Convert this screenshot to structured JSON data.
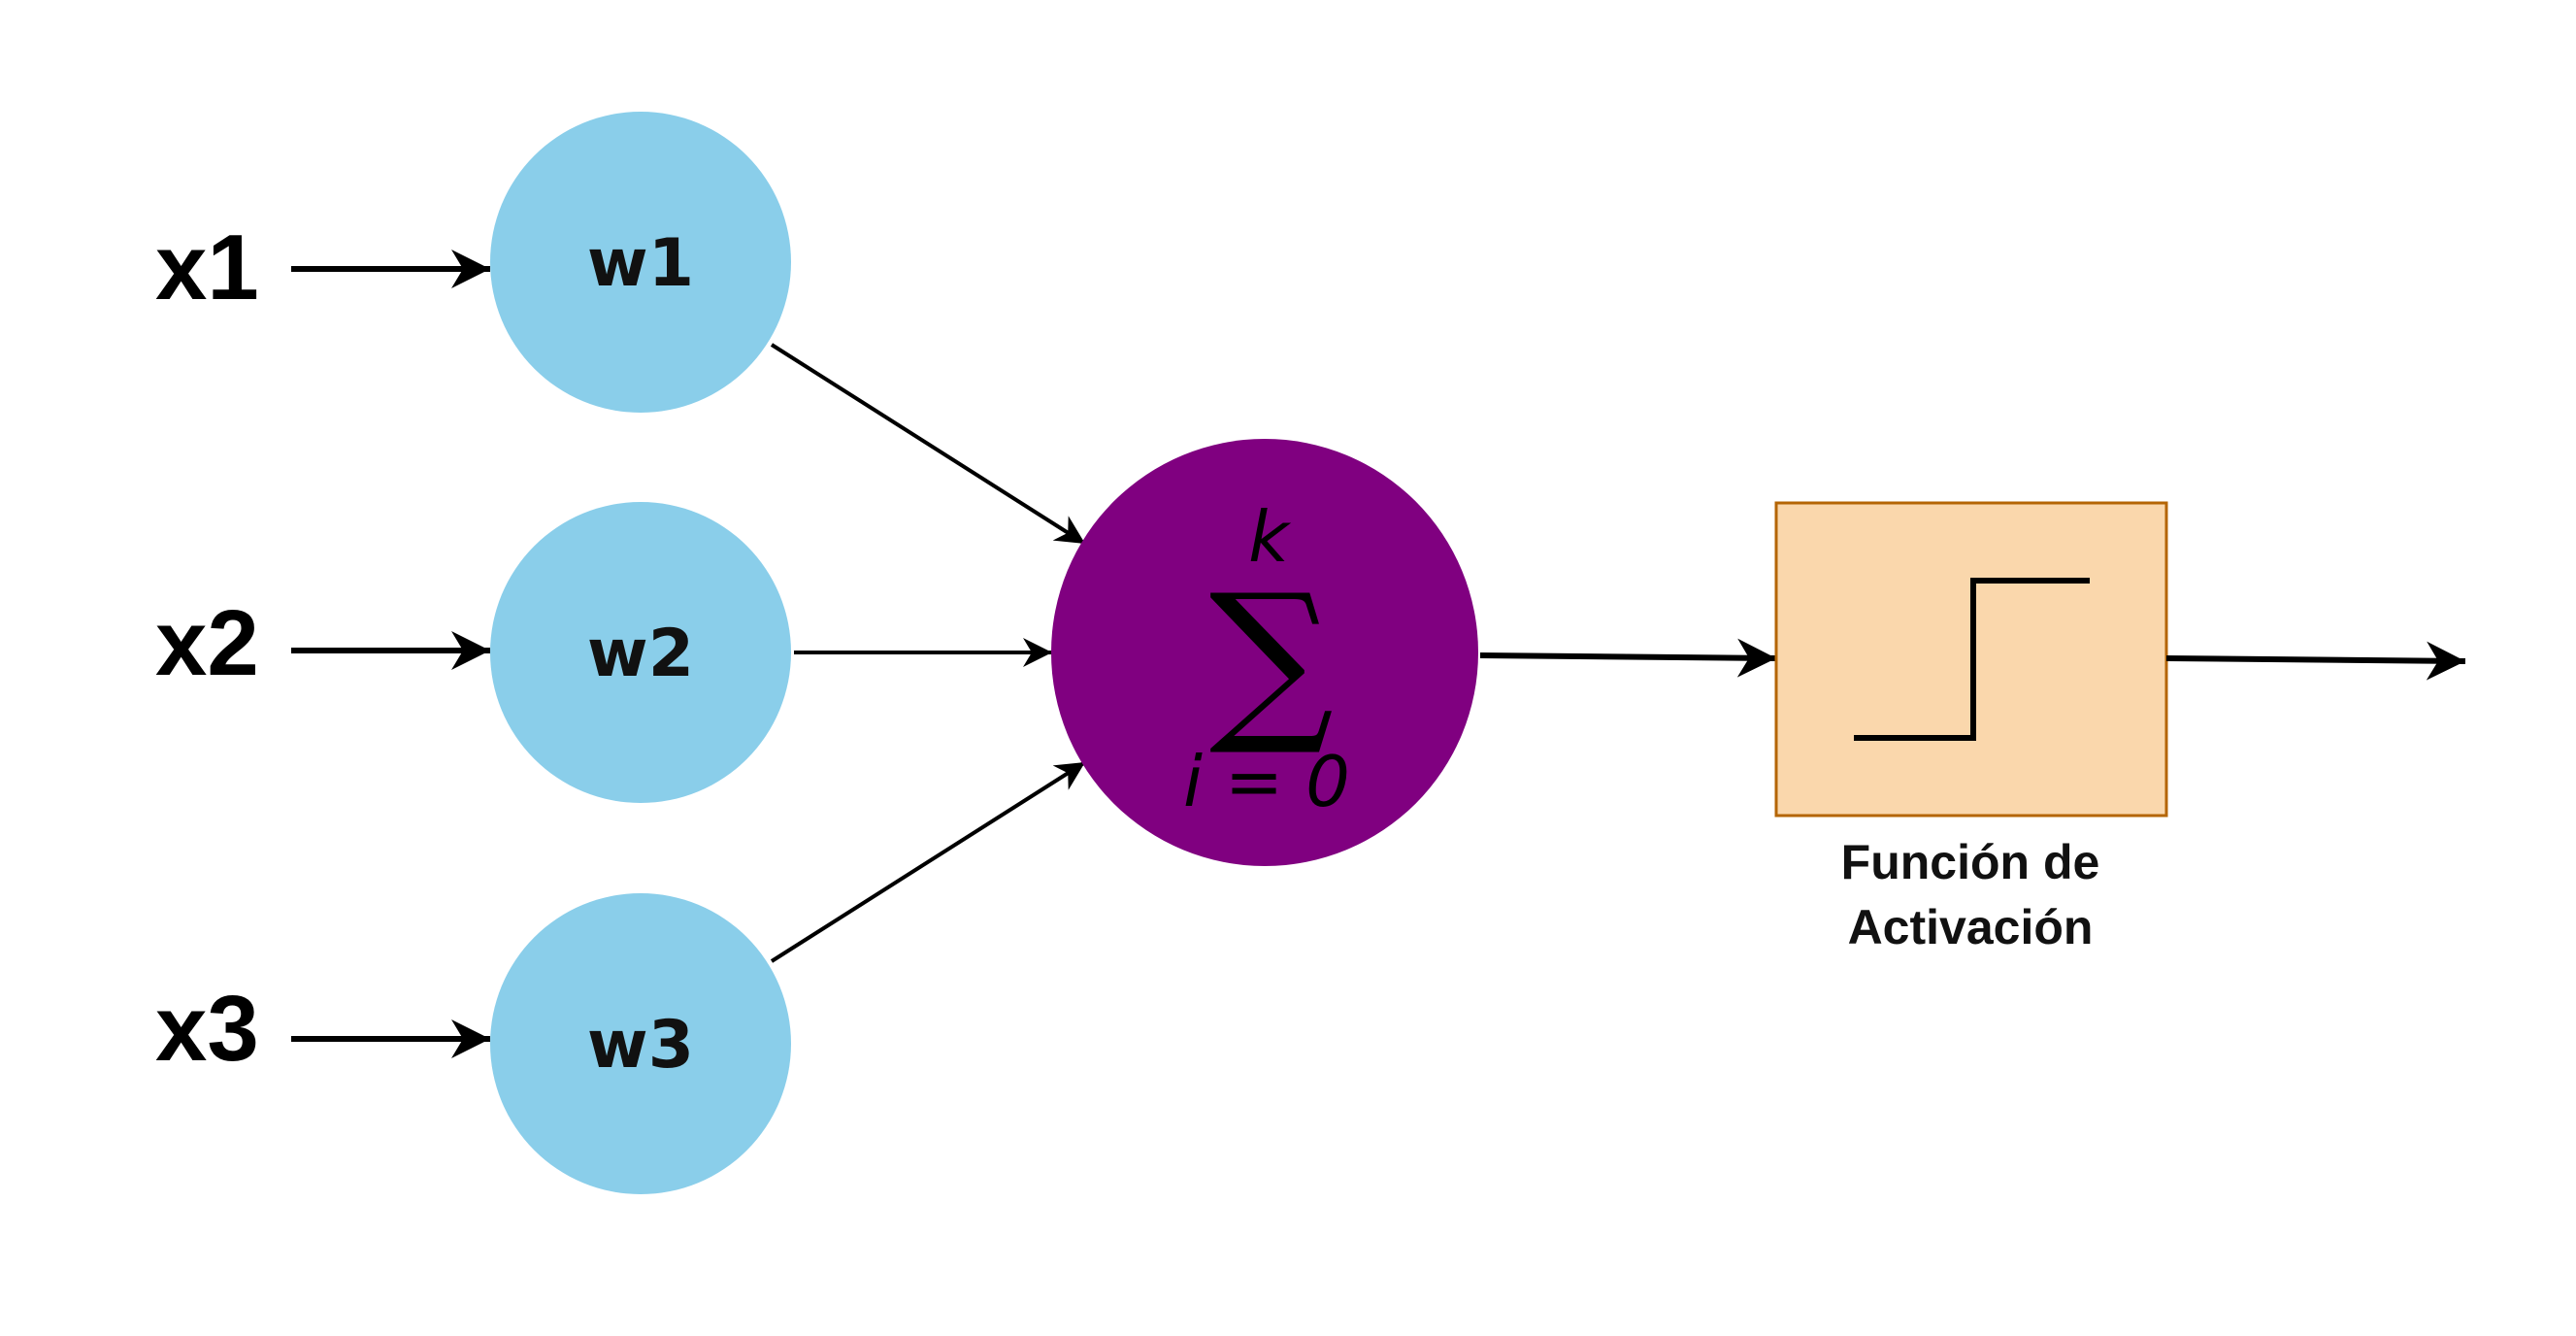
{
  "colors": {
    "weight_node": "#8ACEEA",
    "sum_node": "#800080",
    "activation_fill": "#FAD7AC",
    "activation_border": "#B46504",
    "line": "#000000",
    "text": "#000000"
  },
  "inputs": [
    {
      "label": "x1"
    },
    {
      "label": "x2"
    },
    {
      "label": "x3"
    }
  ],
  "weights": [
    {
      "label": "w1"
    },
    {
      "label": "w2"
    },
    {
      "label": "w3"
    }
  ],
  "summation": {
    "symbol": "∑",
    "upper": "k",
    "lower": "i = 0"
  },
  "activation": {
    "icon": "step-function-icon",
    "caption_line1": "Función de",
    "caption_line2": "Activación"
  }
}
